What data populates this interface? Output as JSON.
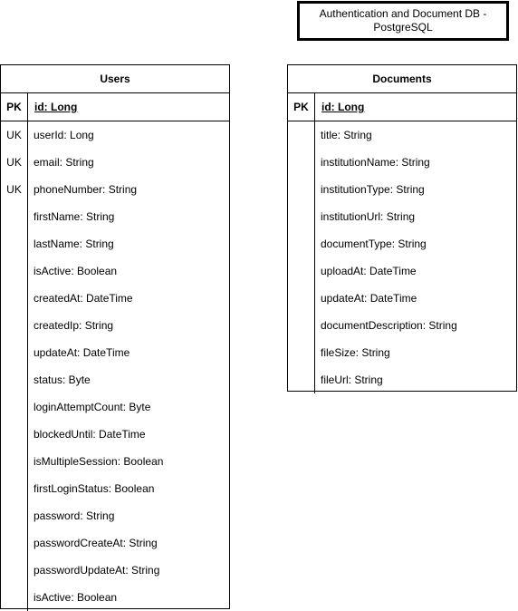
{
  "title": {
    "line1": "Authentication and Document DB -",
    "line2": "PostgreSQL"
  },
  "users": {
    "name": "Users",
    "pk": {
      "key": "PK",
      "field": "id: Long"
    },
    "rows": [
      {
        "key": "UK",
        "field": "userId: Long"
      },
      {
        "key": "UK",
        "field": "email: String"
      },
      {
        "key": "UK",
        "field": "phoneNumber: String"
      },
      {
        "key": "",
        "field": "firstName: String"
      },
      {
        "key": "",
        "field": "lastName: String"
      },
      {
        "key": "",
        "field": "isActive: Boolean"
      },
      {
        "key": "",
        "field": "createdAt: DateTime"
      },
      {
        "key": "",
        "field": "createdIp: String"
      },
      {
        "key": "",
        "field": "updateAt: DateTime"
      },
      {
        "key": "",
        "field": "status: Byte"
      },
      {
        "key": "",
        "field": "loginAttemptCount: Byte"
      },
      {
        "key": "",
        "field": "blockedUntil: DateTime"
      },
      {
        "key": "",
        "field": "isMultipleSession: Boolean"
      },
      {
        "key": "",
        "field": "firstLoginStatus: Boolean"
      },
      {
        "key": "",
        "field": "password: String"
      },
      {
        "key": "",
        "field": "passwordCreateAt: String"
      },
      {
        "key": "",
        "field": "passwordUpdateAt: String"
      },
      {
        "key": "",
        "field": "isActive: Boolean"
      }
    ]
  },
  "documents": {
    "name": "Documents",
    "pk": {
      "key": "PK",
      "field": "id: Long"
    },
    "rows": [
      {
        "key": "",
        "field": "title: String"
      },
      {
        "key": "",
        "field": "institutionName: String"
      },
      {
        "key": "",
        "field": "institutionType: String"
      },
      {
        "key": "",
        "field": "institutionUrl: String"
      },
      {
        "key": "",
        "field": "documentType: String"
      },
      {
        "key": "",
        "field": "uploadAt: DateTime"
      },
      {
        "key": "",
        "field": "updateAt: DateTime"
      },
      {
        "key": "",
        "field": "documentDescription: String"
      },
      {
        "key": "",
        "field": "fileSize: String"
      },
      {
        "key": "",
        "field": "fileUrl: String"
      }
    ]
  }
}
